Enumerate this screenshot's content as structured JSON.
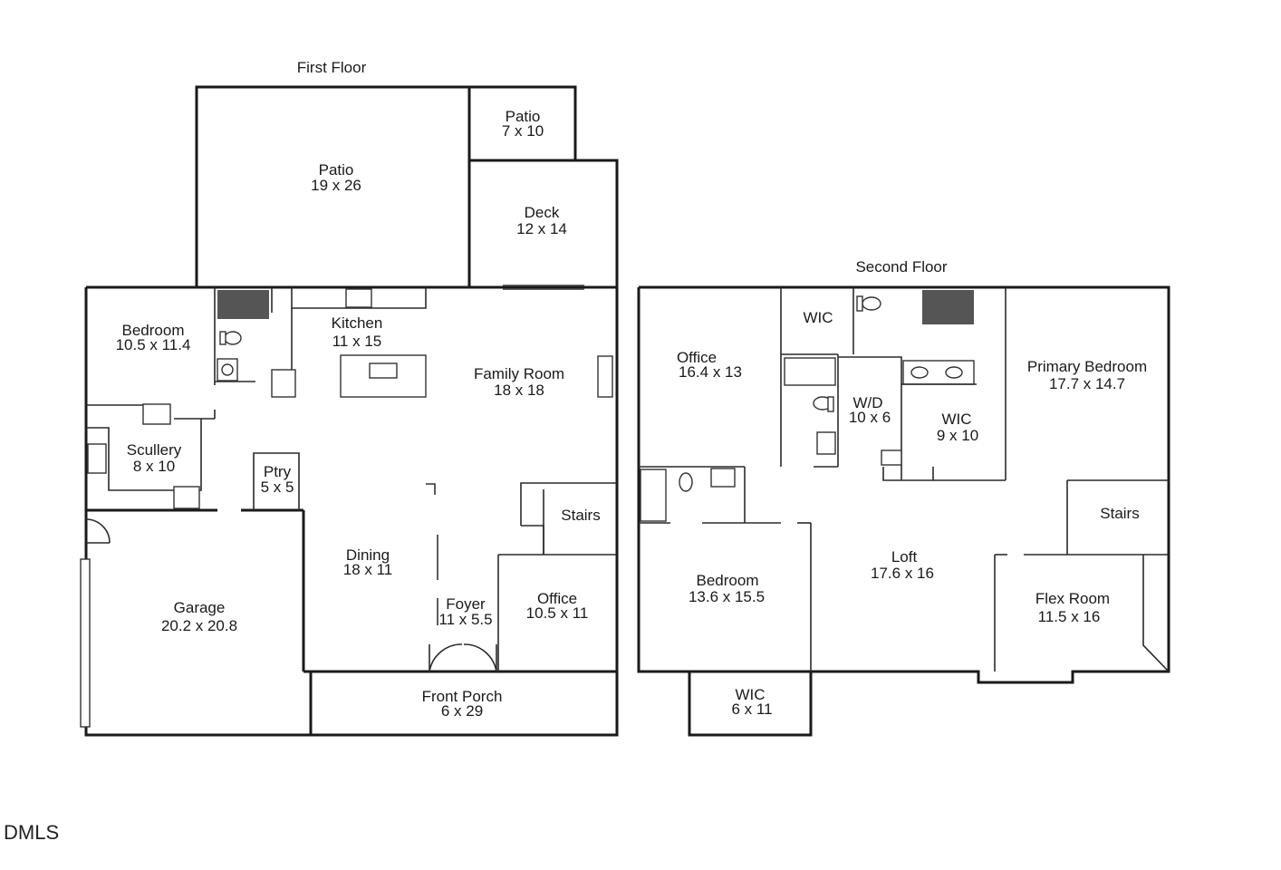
{
  "floors": {
    "first": {
      "title": "First Floor",
      "rooms": {
        "patio_large": {
          "name": "Patio",
          "size": "19 x 26"
        },
        "patio_small": {
          "name": "Patio",
          "size": "7 x 10"
        },
        "deck": {
          "name": "Deck",
          "size": "12 x 14"
        },
        "bedroom": {
          "name": "Bedroom",
          "size": "10.5 x 11.4"
        },
        "kitchen": {
          "name": "Kitchen",
          "size": "11 x 15"
        },
        "family_room": {
          "name": "Family Room",
          "size": "18 x 18"
        },
        "scullery": {
          "name": "Scullery",
          "size": "8 x 10"
        },
        "pantry": {
          "name": "Ptry",
          "size": "5 x 5"
        },
        "stairs": {
          "name": "Stairs"
        },
        "dining": {
          "name": "Dining",
          "size": "18 x 11"
        },
        "foyer": {
          "name": "Foyer",
          "size": "11 x 5.5"
        },
        "office": {
          "name": "Office",
          "size": "10.5 x 11"
        },
        "garage": {
          "name": "Garage",
          "size": "20.2 x 20.8"
        },
        "front_porch": {
          "name": "Front Porch",
          "size": "6 x 29"
        }
      }
    },
    "second": {
      "title": "Second Floor",
      "rooms": {
        "wic_top": {
          "name": "WIC"
        },
        "office": {
          "name": "Office",
          "size": "16.4 x 13"
        },
        "wd": {
          "name": "W/D",
          "size": "10 x 6"
        },
        "wic_mid": {
          "name": "WIC",
          "size": "9 x 10"
        },
        "primary_bedroom": {
          "name": "Primary Bedroom",
          "size": "17.7 x 14.7"
        },
        "stairs": {
          "name": "Stairs"
        },
        "loft": {
          "name": "Loft",
          "size": "17.6 x 16"
        },
        "bedroom": {
          "name": "Bedroom",
          "size": "13.6 x 15.5"
        },
        "flex_room": {
          "name": "Flex Room",
          "size": "11.5 x 16"
        },
        "wic_bottom": {
          "name": "WIC",
          "size": "6 x 11"
        }
      }
    }
  },
  "watermark": "DMLS"
}
